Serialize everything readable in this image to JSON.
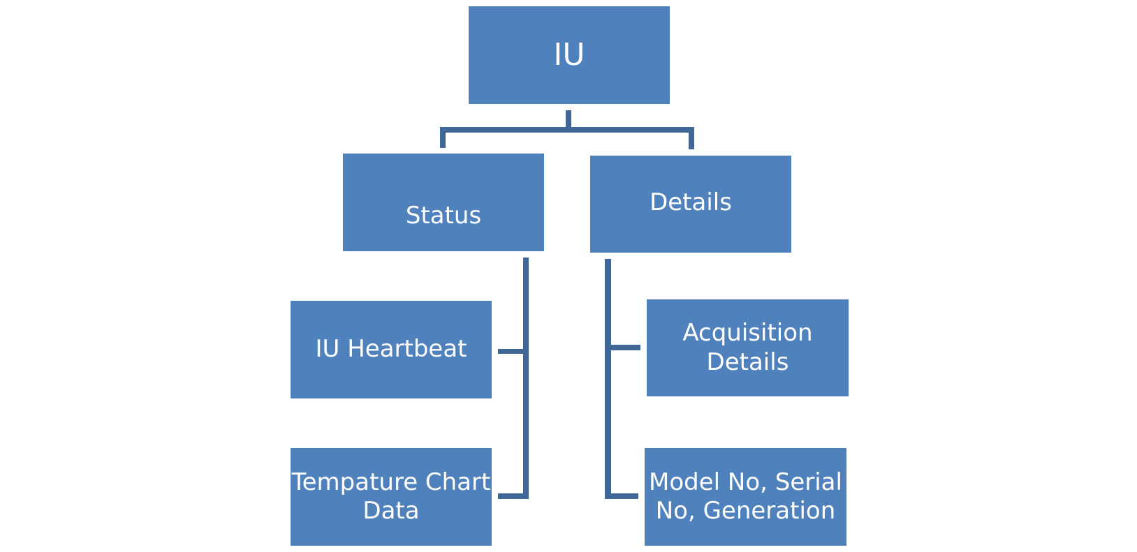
{
  "diagram": {
    "type": "hierarchy",
    "colors": {
      "node_fill": "#4f81bd",
      "connector": "#3f6797",
      "text": "#ffffff"
    },
    "root": {
      "label": "IU"
    },
    "branches": [
      {
        "label": "Status",
        "children": [
          {
            "label": "IU Heartbeat"
          },
          {
            "label_lines": [
              "Tempature Chart",
              "Data"
            ]
          }
        ]
      },
      {
        "label": "Details",
        "children": [
          {
            "label_lines": [
              "Acquisition",
              "Details"
            ]
          },
          {
            "label_lines": [
              "Model No, Serial",
              "No, Generation"
            ]
          }
        ]
      }
    ]
  }
}
